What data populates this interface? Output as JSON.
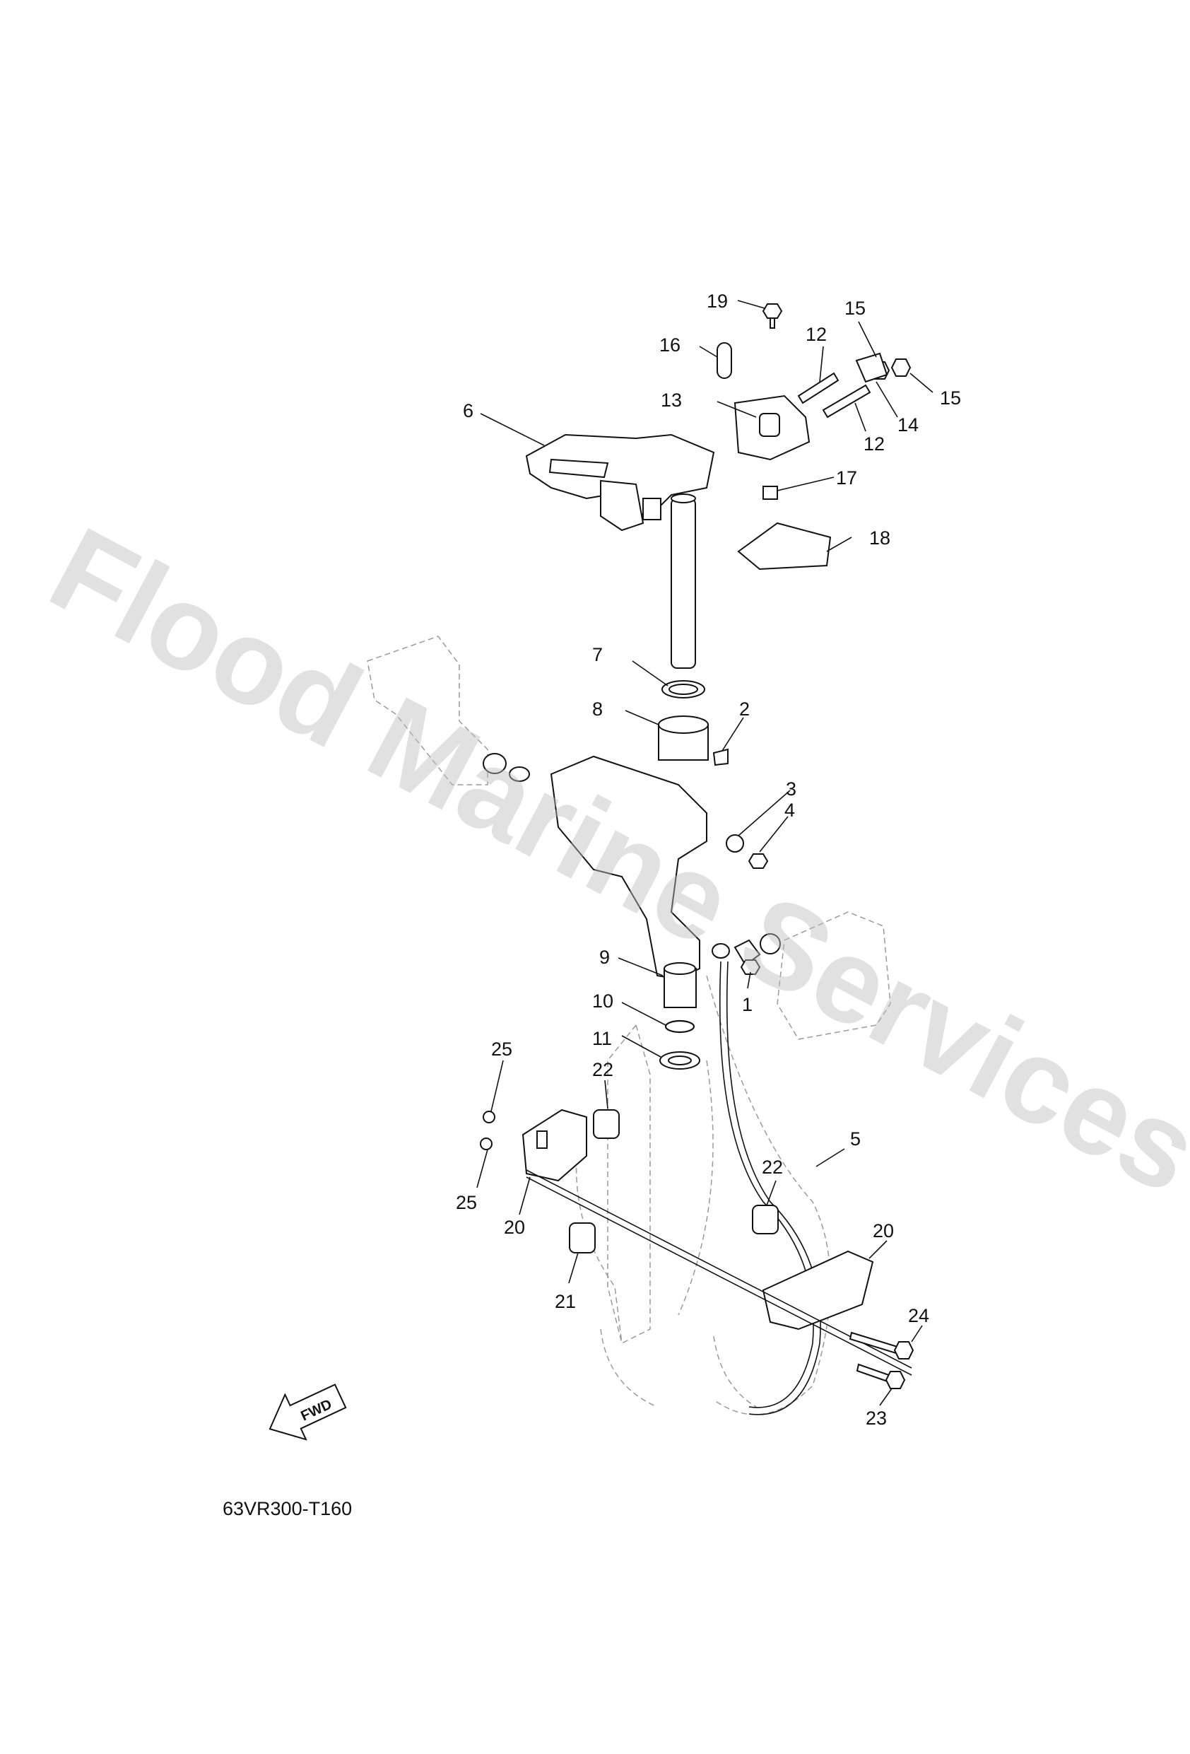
{
  "watermark": "Flood Marine Services",
  "diagram_code": "63VR300-T160",
  "fwd_label": "FWD",
  "callouts": [
    "19",
    "15",
    "16",
    "12",
    "15",
    "13",
    "14",
    "6",
    "12",
    "17",
    "18",
    "7",
    "8",
    "2",
    "3",
    "4",
    "9",
    "1",
    "10",
    "11",
    "25",
    "22",
    "5",
    "22",
    "25",
    "20",
    "20",
    "21",
    "24",
    "23"
  ],
  "icons": [
    "fwd-arrow-icon"
  ]
}
